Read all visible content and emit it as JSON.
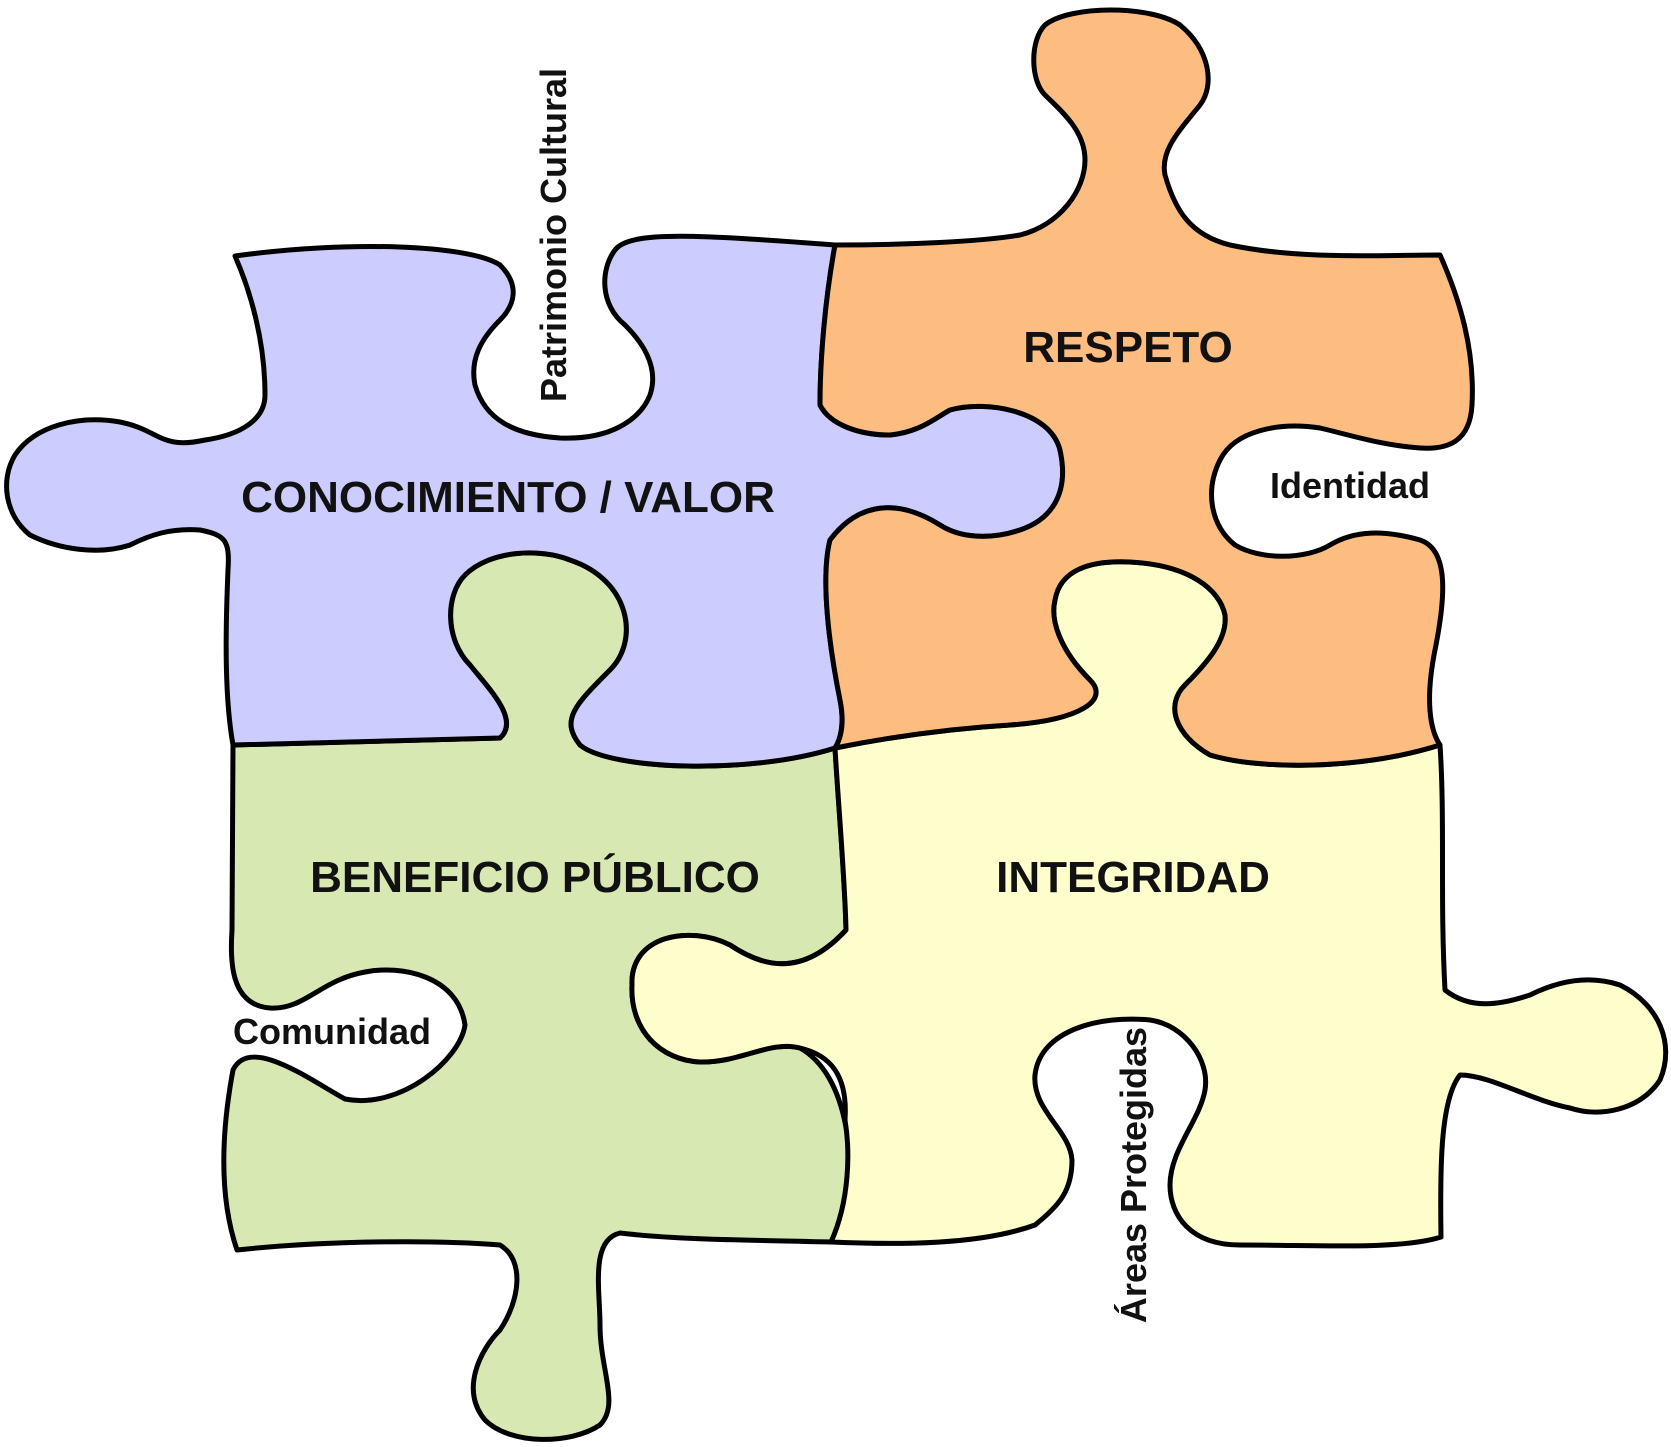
{
  "colors": {
    "conocimiento": "#ccccfe",
    "respeto": "#fdbd80",
    "beneficio": "#d8e8b2",
    "integridad": "#fefdcc",
    "outline": "#000000"
  },
  "pieces": {
    "conocimiento": {
      "label": "CONOCIMIENTO / VALOR"
    },
    "respeto": {
      "label": "RESPETO"
    },
    "beneficio": {
      "label": "BENEFICIO PÚBLICO"
    },
    "integridad": {
      "label": "INTEGRIDAD"
    }
  },
  "connectors": {
    "patrimonio": "Patrimonio Cultural",
    "identidad": "Identidad",
    "comunidad": "Comunidad",
    "areas": "Áreas Protegidas"
  }
}
